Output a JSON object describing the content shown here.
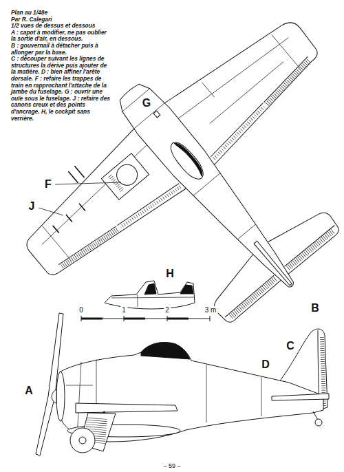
{
  "diagram": {
    "title": "Plan au 1/48e",
    "labels": [
      "Par R. Calegari",
      "1/2 vues de dessus et dessous",
      "A : capot à modifier, ne pas oublier la sortie d'air, en dessous.",
      "B : gouvernail à détacher puis à allonger par la base.",
      "C : découper suivant les lignes de structures la dérive puis ajouter de la matière.",
      "D : bien affiner l'arête dorsale.",
      "F : refaire les trappes de train en rapprochant l'attache de la jambe du fuselage.",
      "G : ouvrir une ouïe sous le fuselage.",
      "J : refaire des canons creux et des points d'ancrage.",
      "H, le cockpit sans verrière.",
      "G",
      "F",
      "J",
      "H",
      "0",
      "1",
      "2",
      "3 m",
      "A",
      "B",
      "C",
      "D",
      "– 59 –"
    ]
  }
}
